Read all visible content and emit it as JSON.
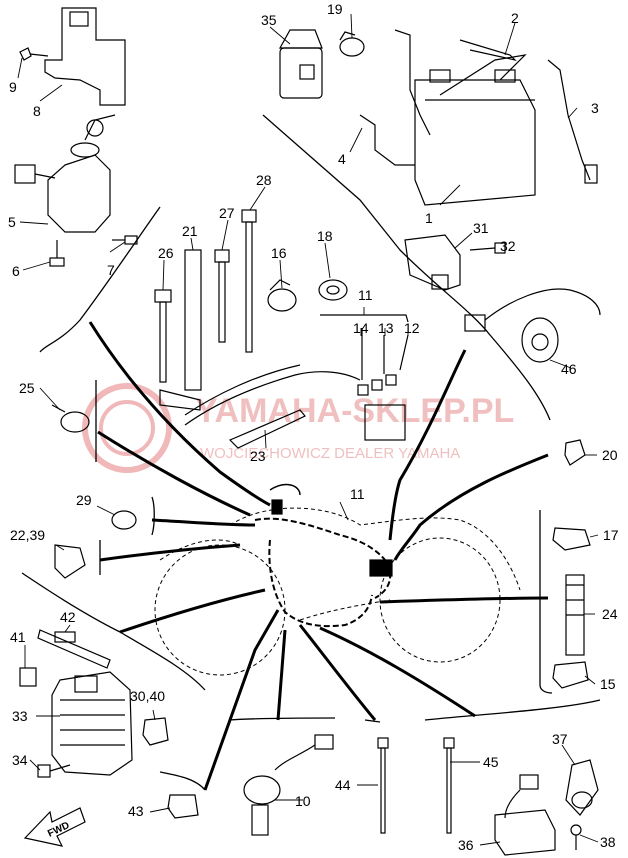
{
  "diagram": {
    "watermark": {
      "title": "YAMAHA-SKLEP.PL",
      "subtitle": "WOJCIECHOWICZ DEALER YAMAHA",
      "color": "#e8a8a8"
    },
    "fwd_label": "FWD",
    "callouts": [
      {
        "id": "c1",
        "label": "1"
      },
      {
        "id": "c2",
        "label": "2"
      },
      {
        "id": "c3",
        "label": "3"
      },
      {
        "id": "c4",
        "label": "4"
      },
      {
        "id": "c5",
        "label": "5"
      },
      {
        "id": "c6",
        "label": "6"
      },
      {
        "id": "c7",
        "label": "7"
      },
      {
        "id": "c8",
        "label": "8"
      },
      {
        "id": "c9",
        "label": "9"
      },
      {
        "id": "c10",
        "label": "10"
      },
      {
        "id": "c11a",
        "label": "11"
      },
      {
        "id": "c11b",
        "label": "11"
      },
      {
        "id": "c12",
        "label": "12"
      },
      {
        "id": "c13",
        "label": "13"
      },
      {
        "id": "c14",
        "label": "14"
      },
      {
        "id": "c15",
        "label": "15"
      },
      {
        "id": "c16",
        "label": "16"
      },
      {
        "id": "c17",
        "label": "17"
      },
      {
        "id": "c18",
        "label": "18"
      },
      {
        "id": "c19",
        "label": "19"
      },
      {
        "id": "c20",
        "label": "20"
      },
      {
        "id": "c21",
        "label": "21"
      },
      {
        "id": "c2239",
        "label": "22,39"
      },
      {
        "id": "c23",
        "label": "23"
      },
      {
        "id": "c24",
        "label": "24"
      },
      {
        "id": "c25",
        "label": "25"
      },
      {
        "id": "c26",
        "label": "26"
      },
      {
        "id": "c27",
        "label": "27"
      },
      {
        "id": "c28",
        "label": "28"
      },
      {
        "id": "c29",
        "label": "29"
      },
      {
        "id": "c3040",
        "label": "30,40"
      },
      {
        "id": "c31",
        "label": "31"
      },
      {
        "id": "c32",
        "label": "32"
      },
      {
        "id": "c33",
        "label": "33"
      },
      {
        "id": "c34",
        "label": "34"
      },
      {
        "id": "c35",
        "label": "35"
      },
      {
        "id": "c36",
        "label": "36"
      },
      {
        "id": "c37",
        "label": "37"
      },
      {
        "id": "c38",
        "label": "38"
      },
      {
        "id": "c41",
        "label": "41"
      },
      {
        "id": "c42",
        "label": "42"
      },
      {
        "id": "c43",
        "label": "43"
      },
      {
        "id": "c44",
        "label": "44"
      },
      {
        "id": "c45",
        "label": "45"
      },
      {
        "id": "c46",
        "label": "46"
      }
    ]
  }
}
